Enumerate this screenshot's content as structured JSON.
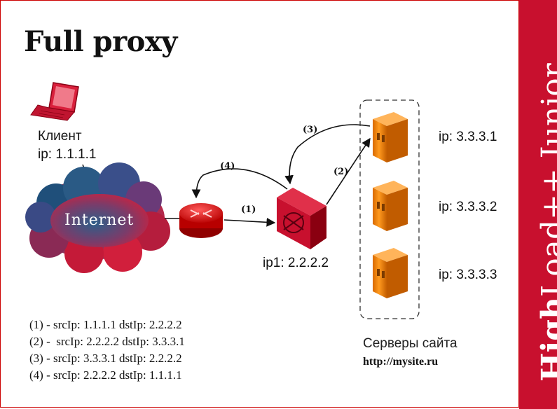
{
  "title": "Full proxy",
  "brand": {
    "strong": "High",
    "light": "Load++ Junior",
    "color": "#c8102e"
  },
  "client": {
    "name": "Клиент",
    "ip": "ip: 1.1.1.1"
  },
  "cloud_label": "Internet",
  "proxy": {
    "ip": "ip1: 2.2.2.2"
  },
  "steps": {
    "s1": "(1)",
    "s2": "(2)",
    "s3": "(3)",
    "s4": "(4)"
  },
  "servers": [
    {
      "ip": "ip: 3.3.3.1"
    },
    {
      "ip": "ip: 3.3.3.2"
    },
    {
      "ip": "ip: 3.3.3.3"
    }
  ],
  "servers_caption": "Серверы сайта",
  "servers_url": "http://mysite.ru",
  "legend": [
    "(1) - srcIp: 1.1.1.1 dstIp: 2.2.2.2",
    "(2) -  srcIp: 2.2.2.2 dstIp: 3.3.3.1",
    "(3) - srcIp: 3.3.3.1 dstIp: 2.2.2.2",
    "(4) - srcIp: 2.2.2.2 dstIp: 1.1.1.1"
  ]
}
